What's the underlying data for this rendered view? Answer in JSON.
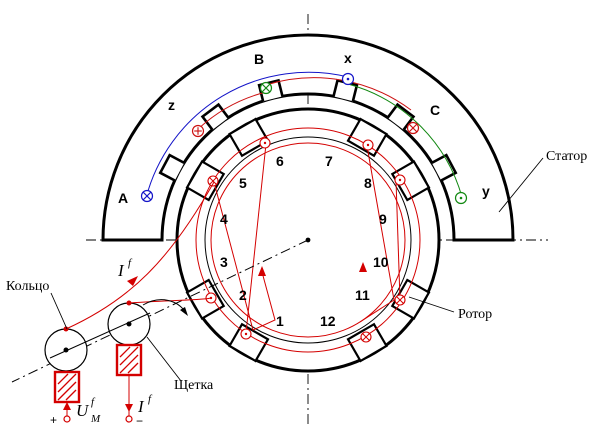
{
  "phases": [
    {
      "id": "A",
      "label": "A"
    },
    {
      "id": "z",
      "label": "z"
    },
    {
      "id": "B",
      "label": "B"
    },
    {
      "id": "x",
      "label": "x"
    },
    {
      "id": "C",
      "label": "C"
    },
    {
      "id": "y",
      "label": "y"
    }
  ],
  "rotor_slots": [
    "1",
    "2",
    "3",
    "4",
    "5",
    "6",
    "7",
    "8",
    "9",
    "10",
    "11",
    "12"
  ],
  "labels": {
    "stator": "Статор",
    "rotor": "Ротор",
    "ring": "Кольцо",
    "brush": "Щетка",
    "current": "I",
    "current_sup": "f",
    "voltage": "U",
    "voltage_sub": "M",
    "voltage_sup": "f",
    "plus": "+",
    "minus": "−"
  },
  "colors": {
    "phase_a": "#1414c8",
    "phase_b": "#cc1111",
    "phase_c": "#118811",
    "field": "#d40000",
    "outline": "#000000"
  }
}
